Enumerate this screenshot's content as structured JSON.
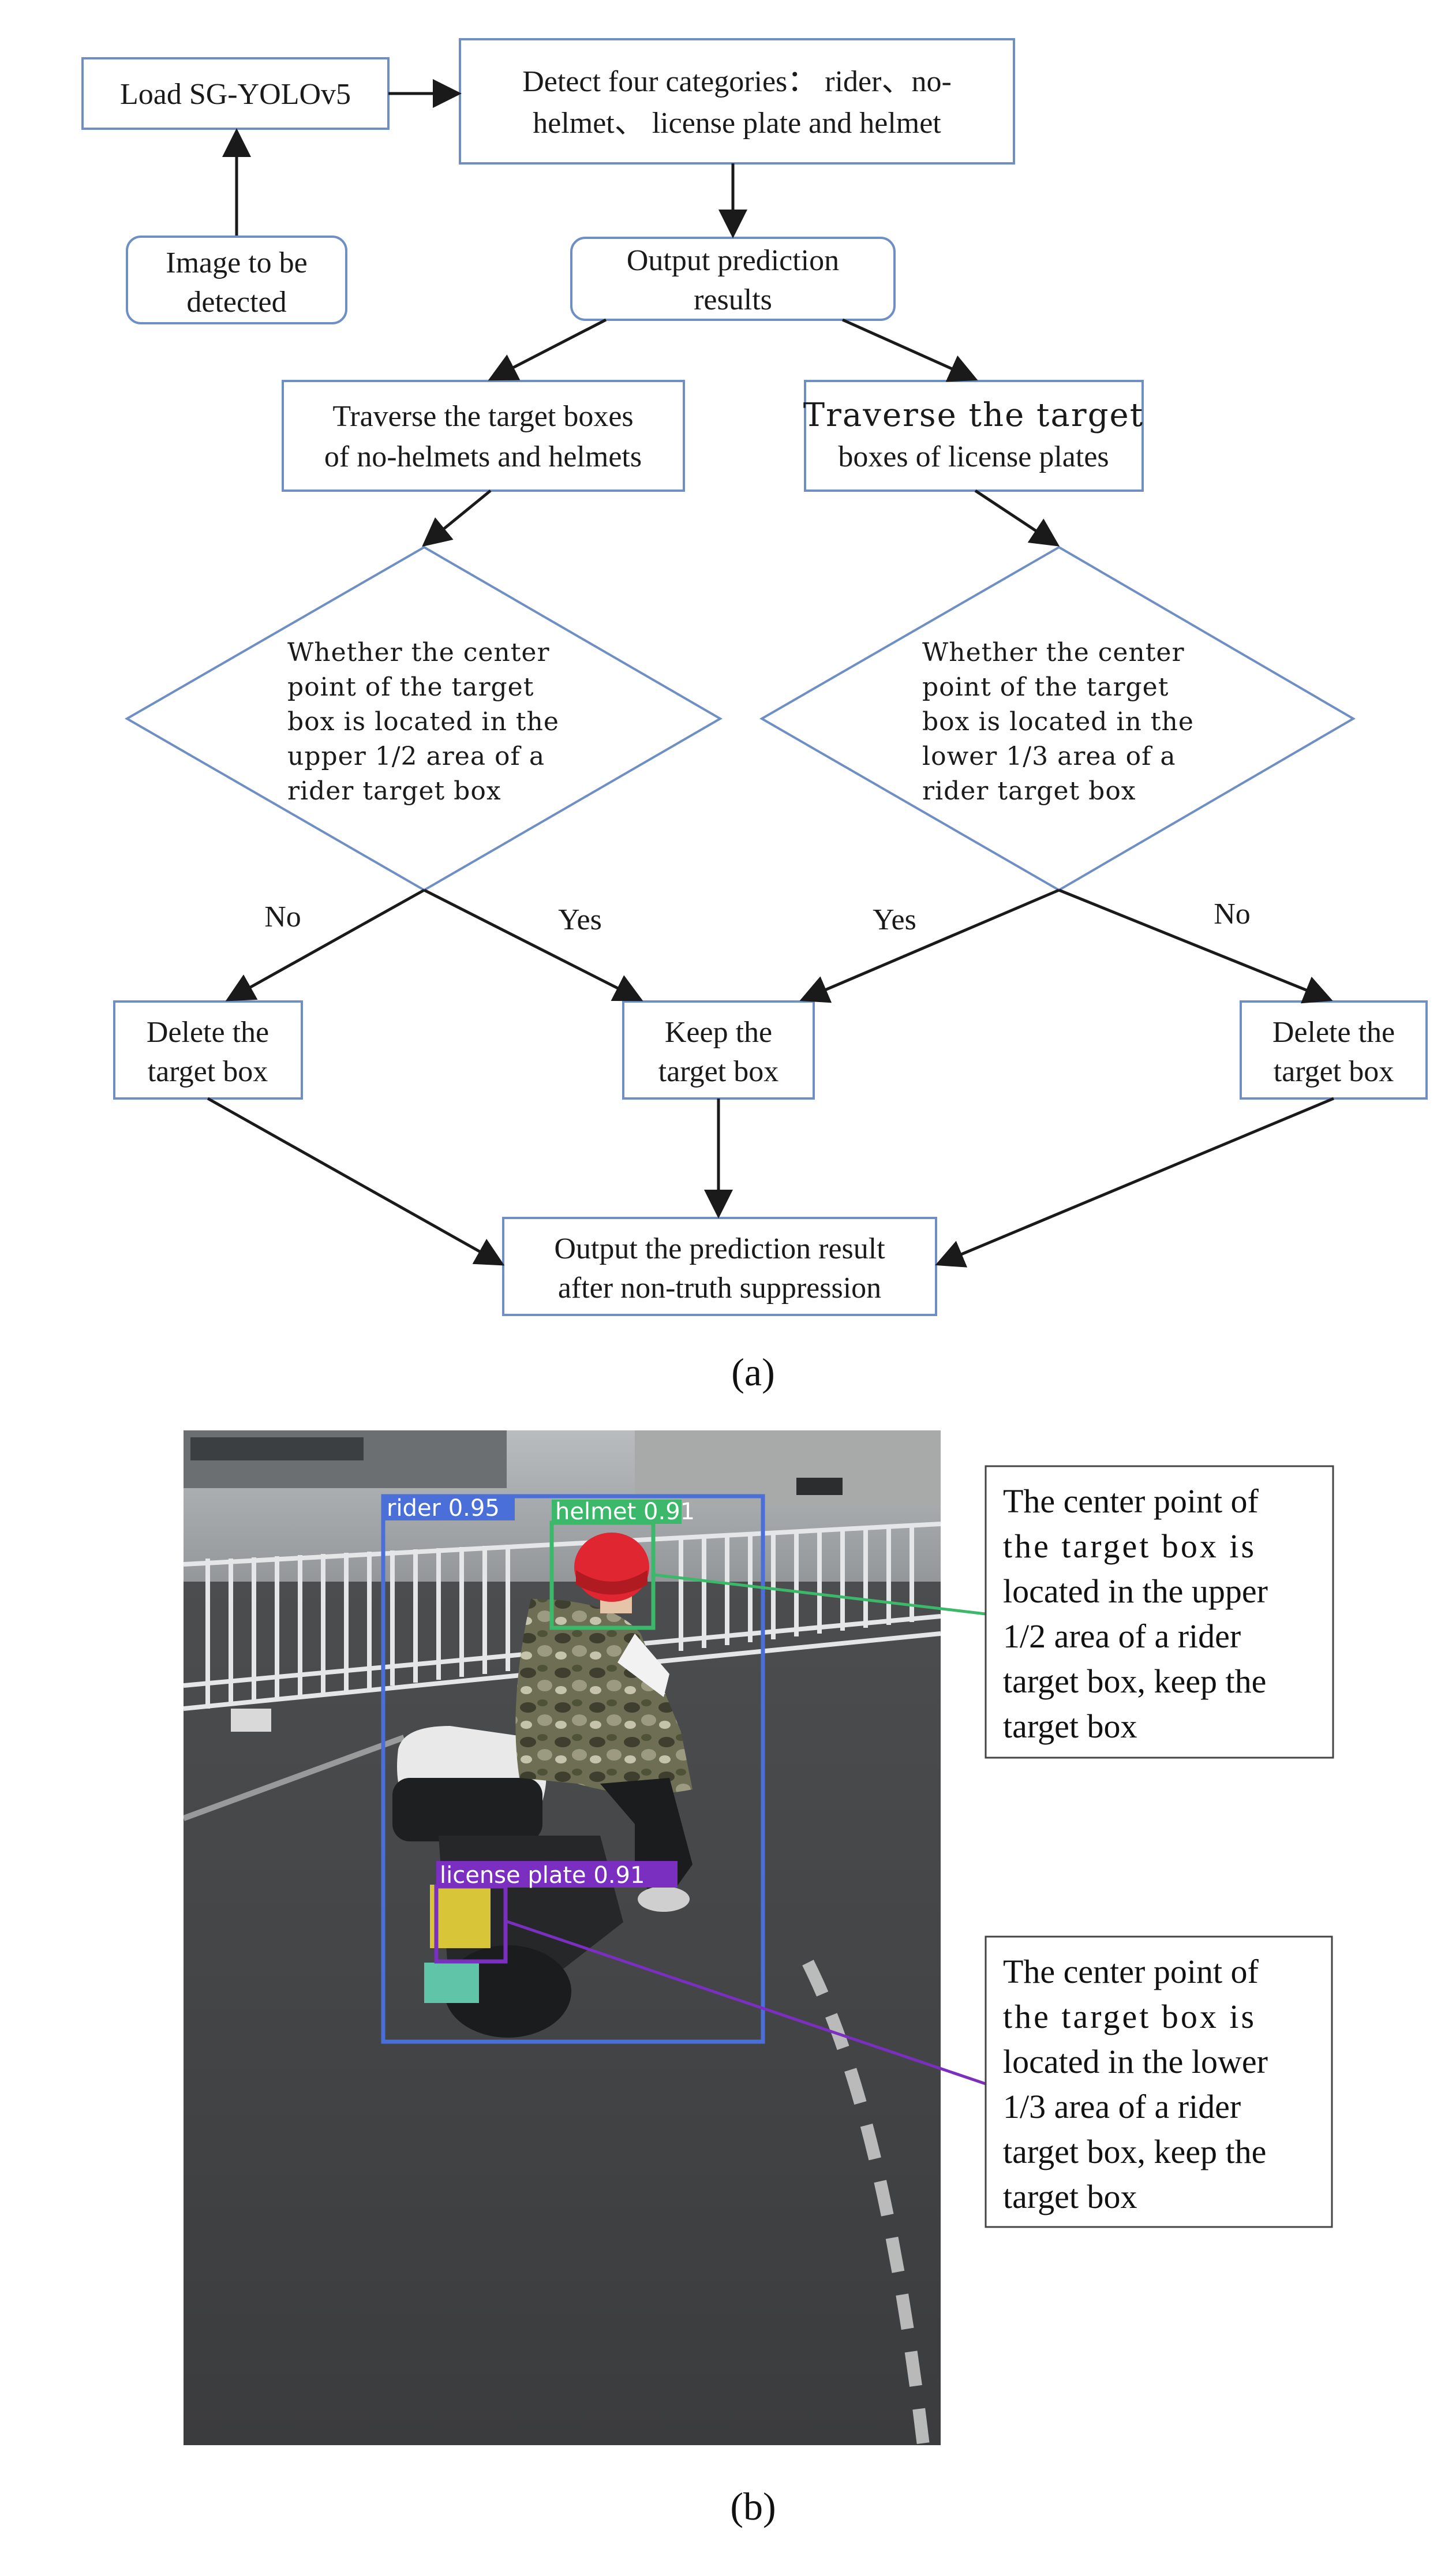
{
  "diagram": {
    "load_model": "Load SG-YOLOv5",
    "detect_categories": [
      "Detect four categories： rider、no-",
      "helmet、 license plate and helmet"
    ],
    "image_input": [
      "Image to be",
      "detected"
    ],
    "output_prediction": [
      "Output prediction",
      "results"
    ],
    "traverse_helmets": [
      "Traverse the target boxes",
      "of no-helmets and helmets"
    ],
    "traverse_plates": [
      "Traverse the target",
      "boxes of license plates"
    ],
    "decision_left": [
      "Whether the center",
      "point of the target",
      "box is located in the",
      "upper 1/2 area of a",
      "rider target box"
    ],
    "decision_right": [
      "Whether the center",
      "point of the target",
      "box is located in the",
      "lower 1/3 area of a",
      "rider target box"
    ],
    "label_no_left": "No",
    "label_yes_left": "Yes",
    "label_yes_right": "Yes",
    "label_no_right": "No",
    "delete_left": [
      "Delete the",
      "target box"
    ],
    "keep": [
      "Keep the",
      "target box"
    ],
    "delete_right": [
      "Delete the",
      "target box"
    ],
    "final_output": [
      "Output the prediction result",
      "after non-truth suppression"
    ],
    "caption": "(a)"
  },
  "photo": {
    "detections": {
      "rider": "rider 0.95",
      "helmet": "helmet 0.91",
      "license_plate": "license plate 0.91"
    },
    "callout_top": [
      "The center point of",
      "the target box is",
      "located in the upper",
      "1/2 area of a rider",
      "target box, keep the",
      "target box"
    ],
    "callout_bottom": [
      "The center point of",
      "the target box is",
      "located in the lower",
      "1/3 area of a rider",
      "target box, keep the",
      "target box"
    ],
    "caption": "(b)"
  },
  "colors": {
    "box_border": "#6f8fc4",
    "rider_box": "#4a6fd8",
    "helmet_box": "#3cb86a",
    "plate_box": "#7a2fc0"
  }
}
